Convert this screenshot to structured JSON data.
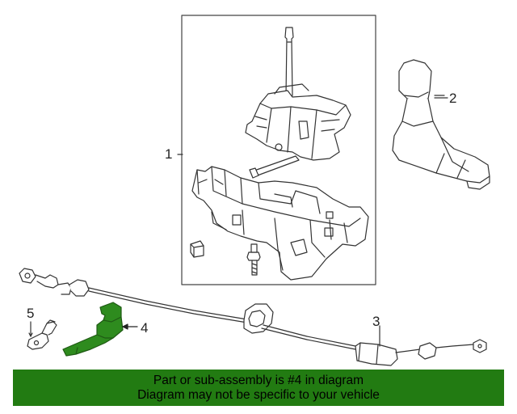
{
  "diagram": {
    "callouts": {
      "c1": "1",
      "c2": "2",
      "c3": "3",
      "c4": "4",
      "c5": "5"
    }
  },
  "banner": {
    "line1": "Part or sub-assembly is #4 in diagram",
    "line2": "Diagram may not be specific to your vehicle",
    "bg_color": "#227b12",
    "highlight_color": "#2e8b1e"
  }
}
